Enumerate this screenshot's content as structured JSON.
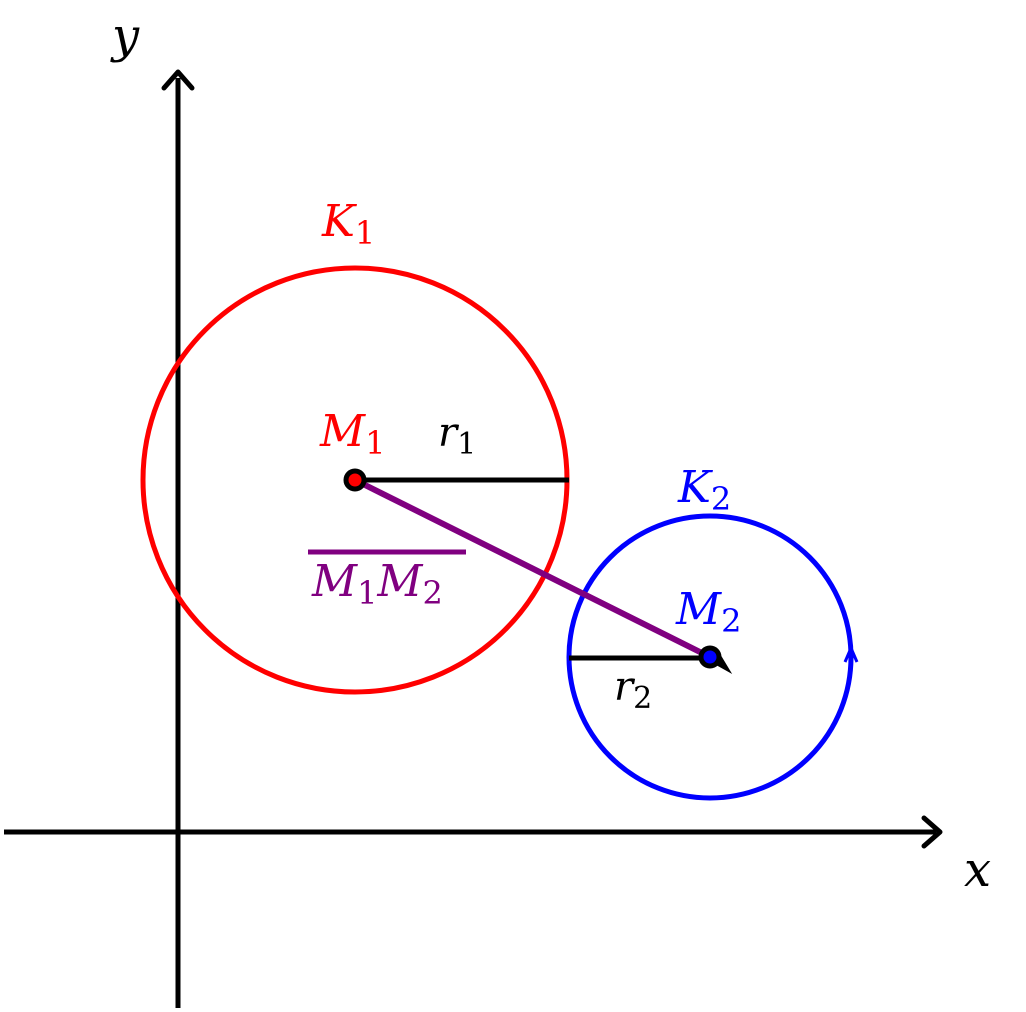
{
  "axes": {
    "x_label": "x",
    "y_label": "y"
  },
  "circles": {
    "k1": {
      "label": "K",
      "sub": "1",
      "color": "#ff0000"
    },
    "k2": {
      "label": "K",
      "sub": "2",
      "color": "#0000ff"
    }
  },
  "points": {
    "m1": {
      "label": "M",
      "sub": "1",
      "color": "#ff0000"
    },
    "m2": {
      "label": "M",
      "sub": "2",
      "color": "#0000ff"
    }
  },
  "radii": {
    "r1": {
      "label": "r",
      "sub": "1"
    },
    "r2": {
      "label": "r",
      "sub": "2"
    }
  },
  "segment": {
    "label_a": "M",
    "sub_a": "1",
    "label_b": "M",
    "sub_b": "2",
    "color": "#800080"
  },
  "colors": {
    "axis": "#000000"
  }
}
